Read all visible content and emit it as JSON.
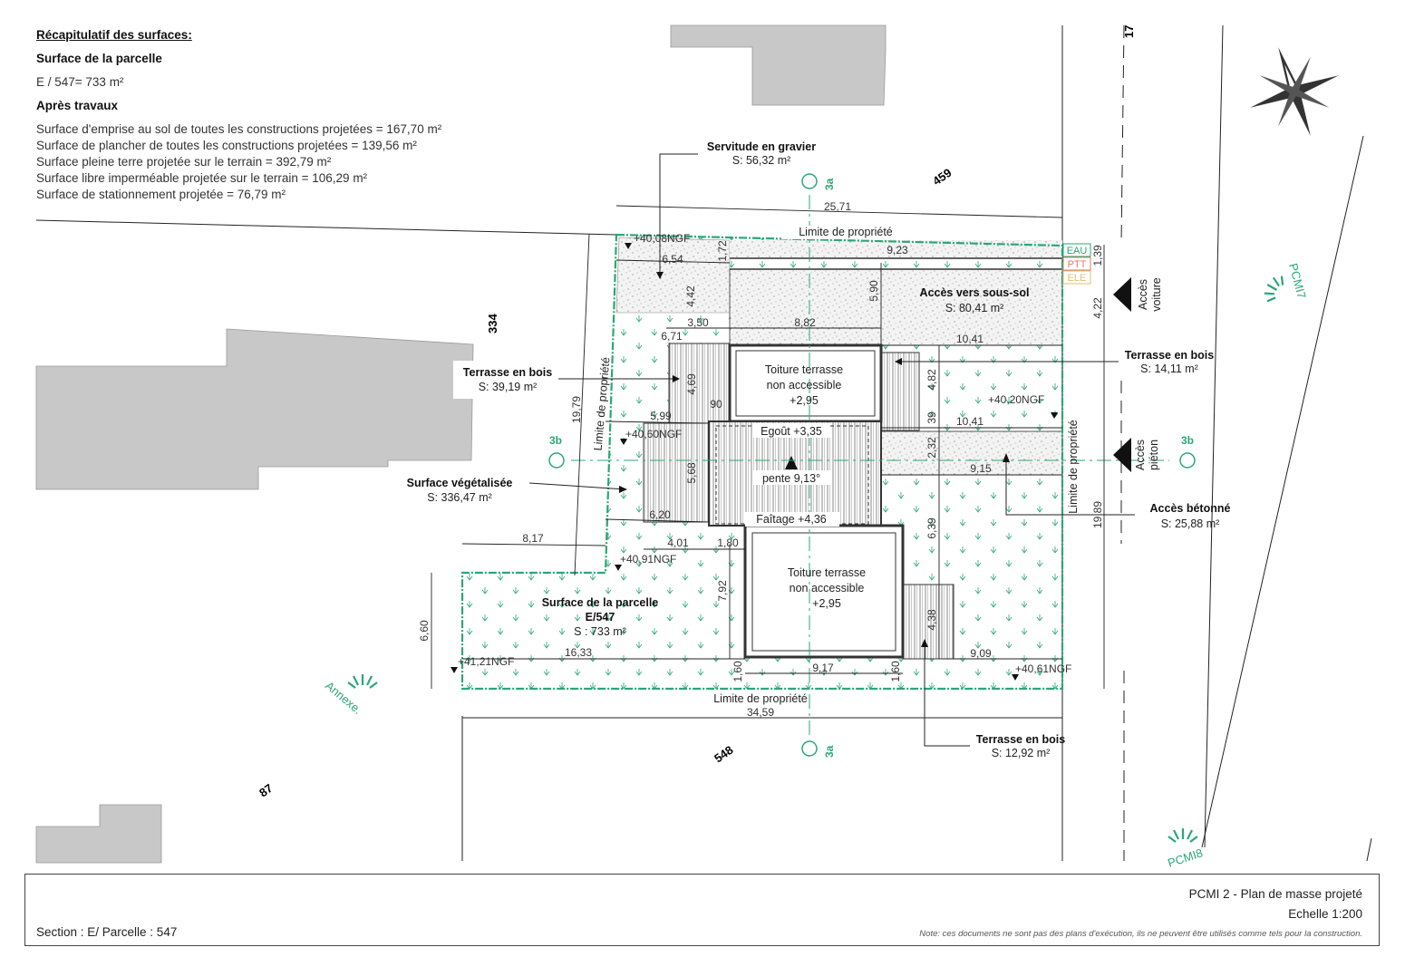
{
  "recap": {
    "title": "Récapitulatif des surfaces:",
    "parcel_heading": "Surface de la parcelle",
    "parcel_value": "E / 547= 733 m²",
    "after_heading": "Après travaux",
    "lines": [
      "Surface d'emprise au sol de toutes les constructions projetées = 167,70 m²",
      "Surface de plancher de toutes les constructions projetées = 139,56 m²",
      "Surface pleine terre projetée sur le terrain = 392,79 m²",
      "Surface libre imperméable projetée sur le terrain = 106,29 m²",
      "Surface de stationnement projetée = 76,79 m²"
    ]
  },
  "labels": {
    "servitude": "Servitude en gravier",
    "servitude_s": "S: 56,32 m²",
    "acces_sous_sol": "Accès vers sous-sol",
    "acces_sous_sol_s": "S: 80,41 m²",
    "terrasse_a": "Terrasse en bois",
    "terrasse_a_s": "S: 39,19 m²",
    "terrasse_b": "Terrasse en bois",
    "terrasse_b_s": "S: 14,11 m²",
    "terrasse_c": "Terrasse en bois",
    "terrasse_c_s": "S: 12,92 m²",
    "vegetal": "Surface végétalisée",
    "vegetal_s": "S: 336,47 m²",
    "beton": "Accès bétonné",
    "beton_s": "S: 25,88 m²",
    "parcelle_1": "Surface de la parcelle",
    "parcelle_2": "E/547",
    "parcelle_s": "S : 733 m²",
    "toit1_1": "Toiture terrasse",
    "toit1_2": "non accessible",
    "toit1_3": "+2,95",
    "toit2_1": "Toiture terrasse",
    "toit2_2": "non accessible",
    "toit2_3": "+2,95",
    "egout": "Egoût +3,35",
    "pente": "pente 9,13°",
    "faitage": "Faîtage +4,36",
    "limite_top": "Limite de propriété",
    "limite_bottom": "Limite de propriété",
    "limite_left": "Limite de propriété",
    "limite_right": "Limite de propriété",
    "acces_voiture_1": "Accès",
    "acces_voiture_2": "voiture",
    "acces_pieton_1": "Accès",
    "acces_pieton_2": "piéton",
    "eau": "EAU",
    "ptt": "PTT",
    "ele": "ELE",
    "ngf1": "+40,08NGF",
    "ngf2": "+40,20NGF",
    "ngf3": "+40,60NGF",
    "ngf4": "+40,91NGF",
    "ngf5": "+41,21NGF",
    "ngf6": "+40,61NGF",
    "parcel_334": "334",
    "parcel_459": "459",
    "parcel_548": "548",
    "parcel_87": "87",
    "parcel_17": "17",
    "pcmi7": "PCMI7",
    "pcmi8": "PCMI8",
    "annexe": "Annexe.",
    "cut_3a": "3a",
    "cut_3b": "3b"
  },
  "dims": {
    "d2571": "25,71",
    "d923": "9,23",
    "d654": "6,54",
    "d172": "1,72",
    "d139": "1,39",
    "d442": "4,42",
    "d590": "5,90",
    "d422": "4,22",
    "d350": "3,50",
    "d882": "8,82",
    "d671": "6,71",
    "d1041a": "10,41",
    "d469": "4,69",
    "d482": "4,82",
    "d90": "90",
    "d1979": "19,79",
    "d599": "5,99",
    "d39": "39",
    "d1041b": "10,41",
    "d232": "2,32",
    "d568": "5,68",
    "d915": "9,15",
    "d620": "6,20",
    "d639": "6,39",
    "d1989": "19,89",
    "d817": "8,17",
    "d401": "4,01",
    "d180": "1,80",
    "d792": "7,92",
    "d660": "6,60",
    "d438": "4,38",
    "d1633": "16,33",
    "d909": "9,09",
    "d160a": "1,60",
    "d917": "9,17",
    "d160b": "1,60",
    "d3459": "34,59"
  },
  "footer": {
    "section": "Section : E/ Parcelle : 547",
    "title": "PCMI 2 - Plan de masse projeté",
    "scale": "Echelle 1:200",
    "note": "Note: ces documents ne sont pas des plans d'exécution, ils ne peuvent être utilisés comme tels pour la construction."
  },
  "colors": {
    "green": "#2aa775",
    "building": "#c8c8c8"
  }
}
